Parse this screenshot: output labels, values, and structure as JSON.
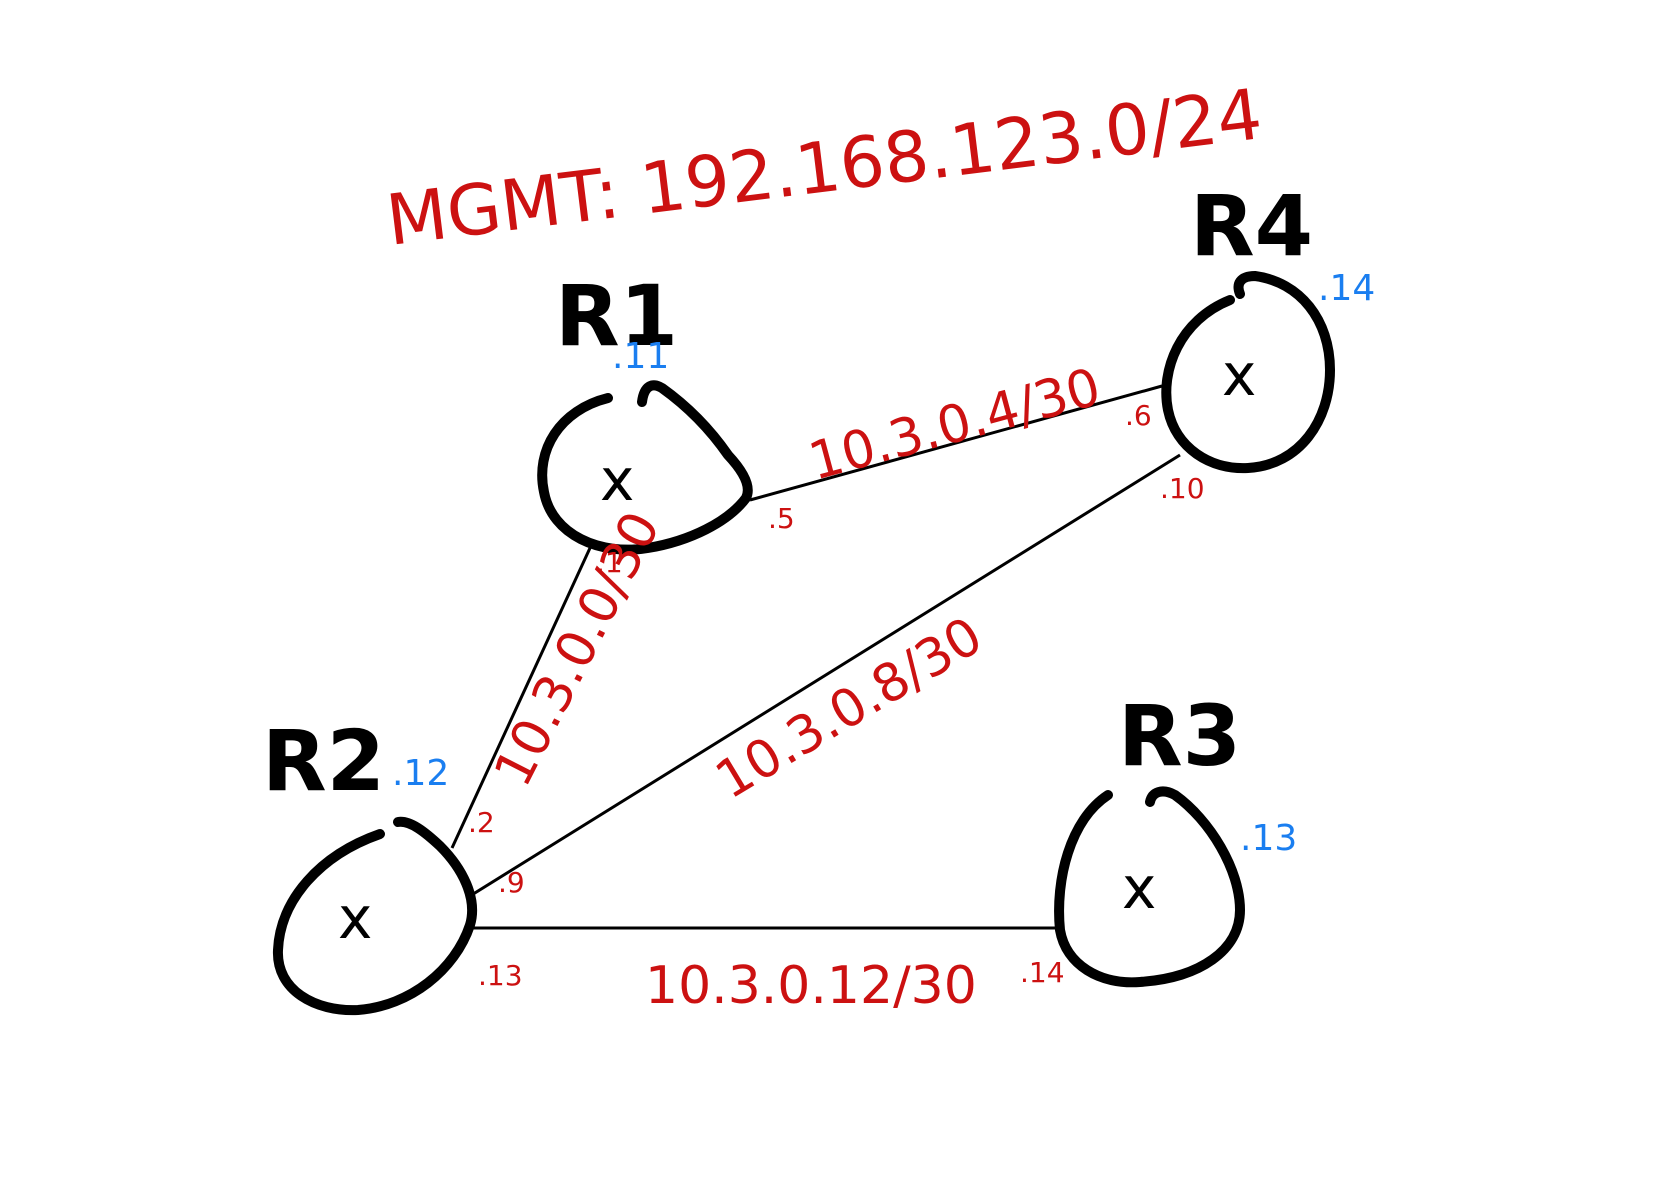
{
  "colors": {
    "ink": "#000000",
    "subnet": "#cc1111",
    "mgmt": "#1a7ef0",
    "background": "#ffffff"
  },
  "mgmt": {
    "title": "MGMT: 192.168.123.0/24"
  },
  "routers": {
    "r1": {
      "name": "R1",
      "mgmt_ip": ".11",
      "mark": "x"
    },
    "r2": {
      "name": "R2",
      "mgmt_ip": ".12",
      "mark": "x"
    },
    "r3": {
      "name": "R3",
      "mgmt_ip": ".13",
      "mark": "x"
    },
    "r4": {
      "name": "R4",
      "mgmt_ip": ".14",
      "mark": "x"
    }
  },
  "links": {
    "r1_r4": {
      "subnet": "10.3.0.4/30",
      "end_a": ".5",
      "end_b": ".6"
    },
    "r1_r2": {
      "subnet": "10.3.0.0/30",
      "end_a": ".1",
      "end_b": ".2"
    },
    "r2_r4": {
      "subnet": "10.3.0.8/30",
      "end_a": ".9",
      "end_b": ".10"
    },
    "r2_r3": {
      "subnet": "10.3.0.12/30",
      "end_a": ".13",
      "end_b": ".14"
    }
  }
}
